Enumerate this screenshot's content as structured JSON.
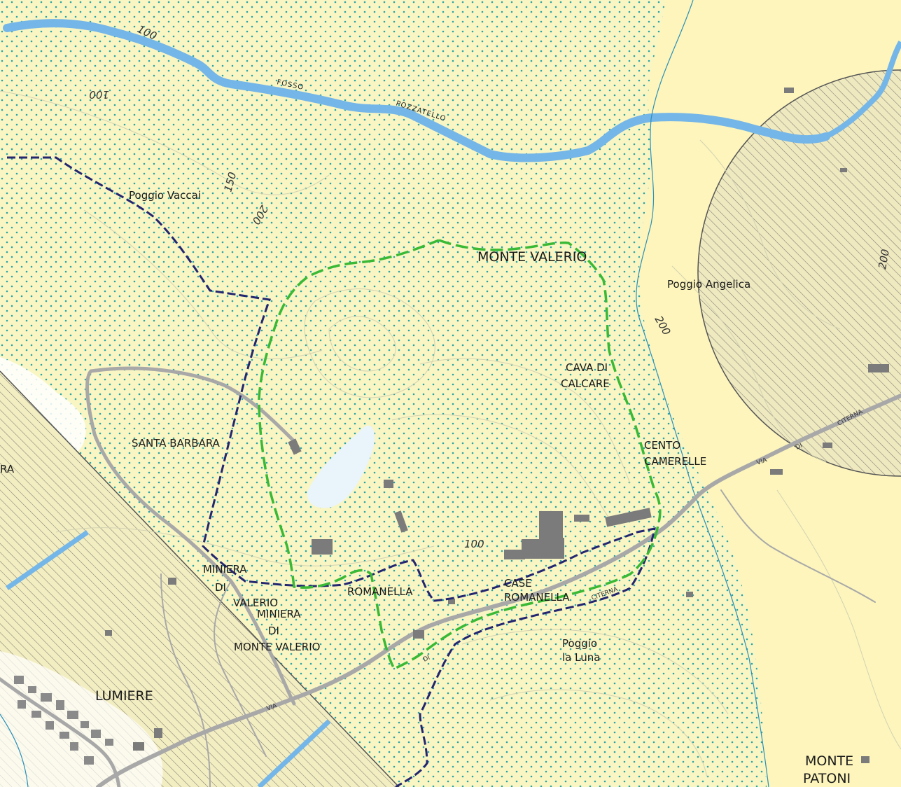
{
  "colors": {
    "background": "#f9f6c4",
    "dot_area": "#fafac8",
    "dot": "#2aa3a3",
    "right_zone": "#fdf5bc",
    "hatch": "#555555",
    "river": "#75b6e8",
    "green_boundary": "#39b935",
    "blue_boundary": "#232670",
    "road": "#a8a8a8",
    "building": "#7b7b7b",
    "contour": "#d2d2b2"
  },
  "labels": {
    "poggio_vaccai": "Poggio  Vaccai",
    "monte_valerio": "MONTE  VALERIO",
    "poggio_angelica": "Poggio  Angelica",
    "cava_di_calcare_1": "CAVA   DI",
    "cava_di_calcare_2": "CALCARE",
    "santa_barbara": "SANTA  BARBARA",
    "ra": "RA",
    "cento_camerelle_1": "CENTO",
    "cento_camerelle_2": "CAMERELLE",
    "miniera_di_valerio_1": "MINIERA",
    "miniera_di_valerio_2": "DI",
    "miniera_di_valerio_3": "VALERIO",
    "romanella": "ROMANELLA",
    "case_romanella_1": "CASE",
    "case_romanella_2": "ROMANELLA",
    "miniera_mv_1": "MINIERA",
    "miniera_mv_2": "DI",
    "miniera_mv_3": "MONTE VALERIO",
    "poggio_la_luna_1": "Poggio",
    "poggio_la_luna_2": "la Luna",
    "lumiere": "LUMIERE",
    "monte_patoni_1": "MONTE",
    "monte_patoni_2": "PATONI"
  },
  "rivers": {
    "fosso": "FOSSO",
    "pozzatello": "POZZATELLO"
  },
  "roads": {
    "via_di_citerna_1": "VIA",
    "via_di_citerna_2": "DI",
    "via_di_citerna_3": "CITERNA",
    "citerna_south": "CITERNA",
    "di_south": "DI",
    "via_south": "VIA"
  },
  "contours": {
    "c100_top": "100",
    "c100_left": "100",
    "c150": "150",
    "c200_mid": "200",
    "c200_right": "200",
    "c200_far_right": "200",
    "c100_center": "100"
  }
}
